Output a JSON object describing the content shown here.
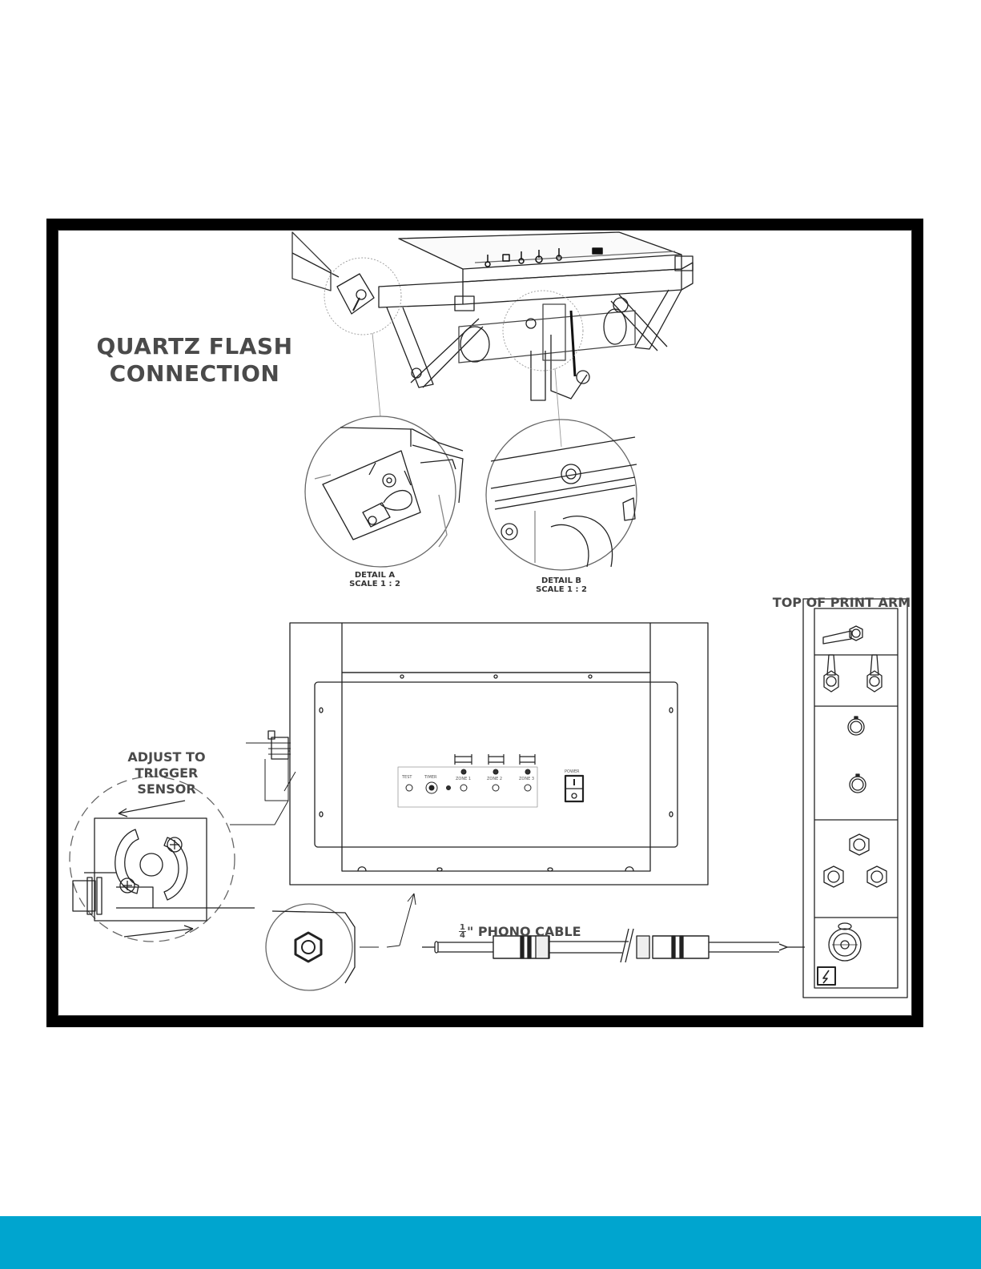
{
  "title": {
    "line1": "QUARTZ FLASH",
    "line2": "CONNECTION"
  },
  "details": {
    "a": {
      "name": "DETAIL A",
      "scale": "SCALE 1 : 2"
    },
    "b": {
      "name": "DETAIL B",
      "scale": "SCALE 1 : 2"
    }
  },
  "labels": {
    "adjust_line1": "ADJUST TO",
    "adjust_line2": "TRIGGER",
    "adjust_line3": "SENSOR",
    "print_arm": "TOP OF PRINT ARM",
    "cable_num": "1",
    "cable_den": "4",
    "cable_text": "\" PHONO CABLE"
  },
  "panel": {
    "test": "TEST",
    "timer": "TIMER",
    "zone1": "ZONE 1",
    "zone2": "ZONE 2",
    "zone3": "ZONE 3",
    "power": "POWER"
  },
  "colors": {
    "frame": "#000000",
    "label_text": "#4a4a4a",
    "footer_bar": "#00a5cf"
  }
}
